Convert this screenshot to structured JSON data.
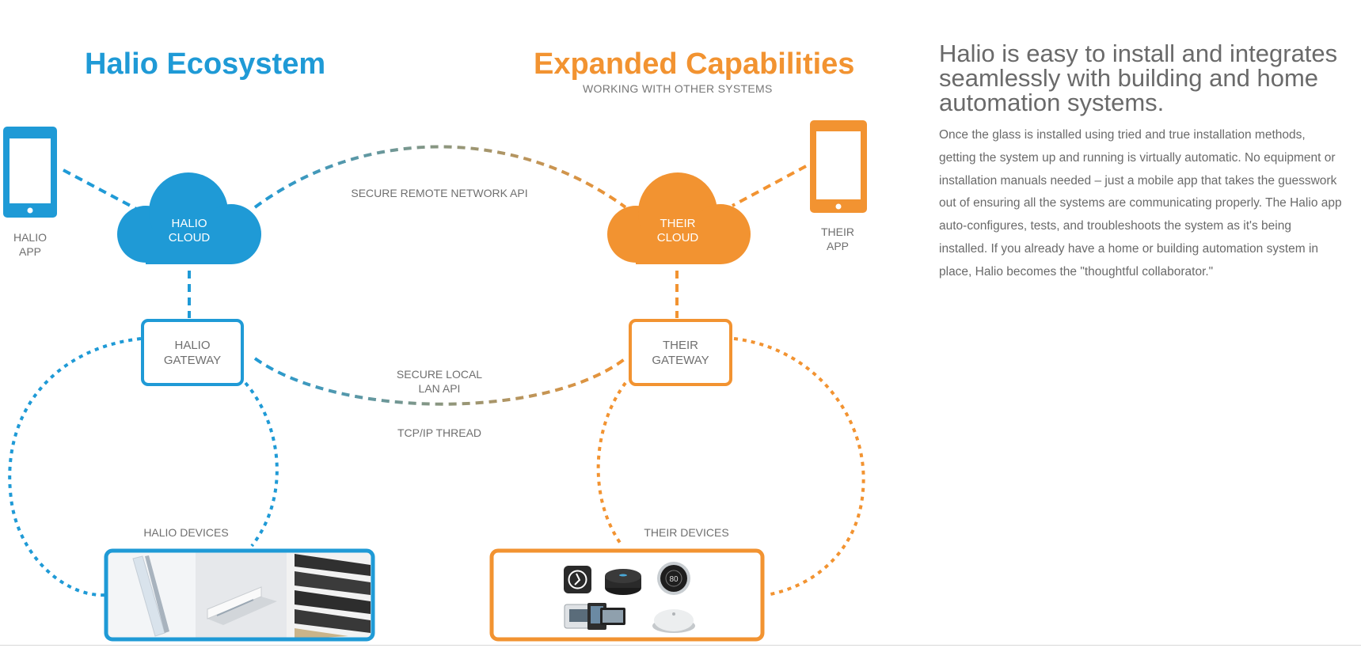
{
  "colors": {
    "halio_blue": "#1f9ad6",
    "their_orange": "#f29331",
    "label_gray": "#6f6f6f",
    "bg": "#ffffff"
  },
  "left": {
    "heading": "Halio Ecosystem",
    "app_label_1": "HALIO",
    "app_label_2": "APP",
    "cloud_label_1": "HALIO",
    "cloud_label_2": "CLOUD",
    "gateway_label_1": "HALIO",
    "gateway_label_2": "GATEWAY",
    "devices_label": "HALIO DEVICES",
    "device_photos": [
      "halio-remote",
      "halio-wall-switch",
      "halio-smart-glass"
    ]
  },
  "right": {
    "heading": "Expanded Capabilities",
    "subheading": "WORKING WITH OTHER SYSTEMS",
    "app_label_1": "THEIR",
    "app_label_2": "APP",
    "cloud_label_1": "THEIR",
    "cloud_label_2": "CLOUD",
    "gateway_label_1": "THEIR",
    "gateway_label_2": "GATEWAY",
    "devices_label": "THEIR DEVICES",
    "device_icons": [
      "crestron-icon",
      "echo-speaker-icon",
      "nest-thermostat-icon",
      "wall-panel-icon",
      "smart-hub-icon"
    ],
    "thermostat_reading": "80"
  },
  "links": {
    "remote_api": "SECURE REMOTE NETWORK API",
    "lan_api_1": "SECURE LOCAL",
    "lan_api_2": "LAN API",
    "tcp": "TCP/IP THREAD"
  },
  "side": {
    "title": "Halio is easy to install and integrates seamlessly with building and home automation systems.",
    "body": "Once the glass is installed using tried and true installation methods, getting the system up and running is virtually automatic. No equipment or installation manuals needed – just a mobile app that takes the guesswork out of ensuring all the systems are communicating properly. The Halio app auto-configures, tests, and troubleshoots the system as it's being installed. If you already have a home or building automation system in place, Halio becomes the \"thoughtful collaborator.\""
  }
}
